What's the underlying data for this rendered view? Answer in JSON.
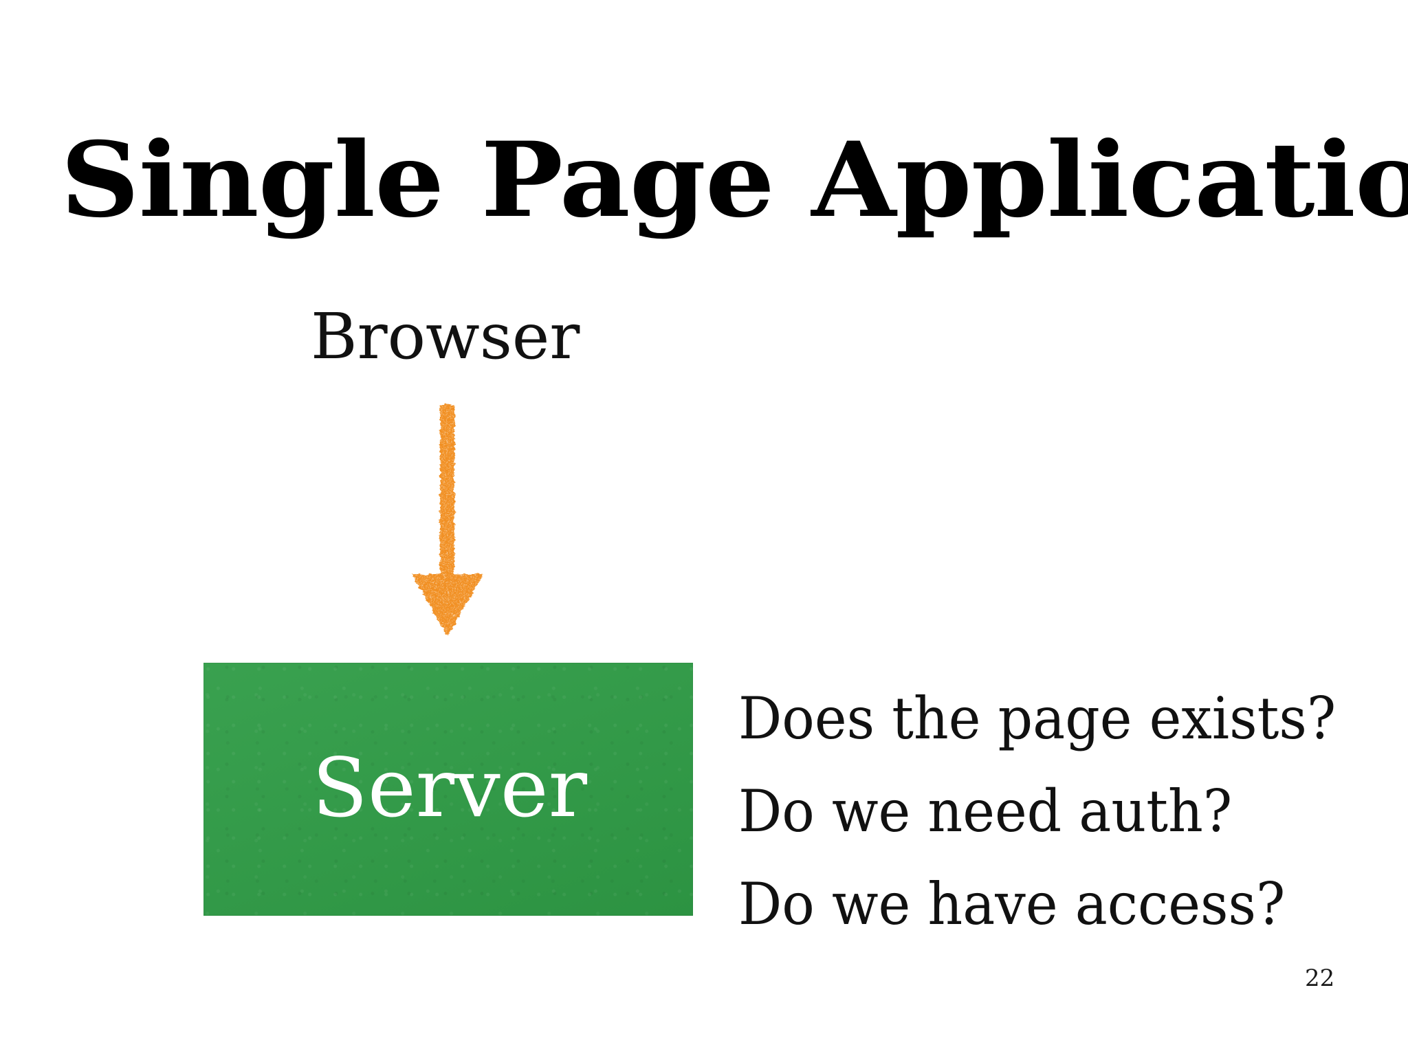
{
  "slide": {
    "title": "Single Page Application",
    "page_number": "22",
    "background_color": "#ffffff"
  },
  "diagram": {
    "browser_label": "Browser",
    "arrow": {
      "icon": "arrow-down-icon",
      "direction": "down",
      "color": "#F18F21",
      "style": "hand-drawn-textured"
    },
    "server_box": {
      "label": "Server",
      "fill_color": "#2F9C46",
      "text_color": "#FFFFFF"
    }
  },
  "questions": {
    "items": [
      {
        "text": "Does the page exists?"
      },
      {
        "text": "Do we need auth?"
      },
      {
        "text": "Do we have access?"
      }
    ]
  }
}
